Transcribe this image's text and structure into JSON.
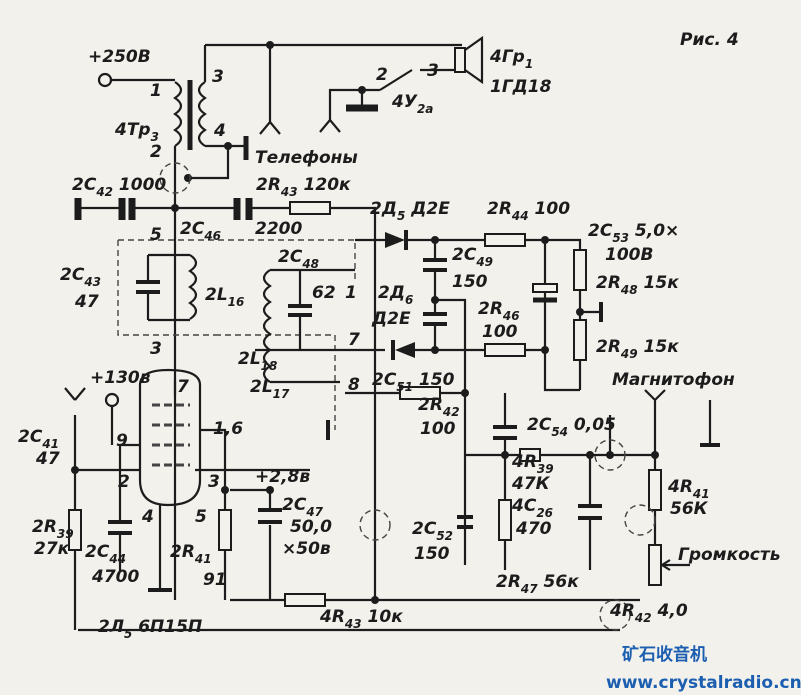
{
  "figure": {
    "title": "Рис. 4"
  },
  "components": {
    "supply250": {
      "ref": "+250В"
    },
    "tr_pin1": {
      "ref": "1"
    },
    "tr_pin2": {
      "ref": "2"
    },
    "tr_pin3": {
      "ref": "3"
    },
    "tr_pin4": {
      "ref": "4"
    },
    "tr3": {
      "ref": "4Тр",
      "sub": "3"
    },
    "phones": {
      "ref": "Телефоны"
    },
    "c42": {
      "ref": "2C",
      "sub": "42",
      "value": "1000"
    },
    "r43": {
      "ref": "2R",
      "sub": "43",
      "value": "120к"
    },
    "c46": {
      "ref": "2C",
      "sub": "46"
    },
    "c46v": {
      "ref": "2200"
    },
    "pin5": {
      "ref": "5"
    },
    "d5": {
      "ref": "2Д",
      "sub": "5",
      "value": "Д2Е"
    },
    "r44": {
      "ref": "2R",
      "sub": "44",
      "value": "100"
    },
    "c53": {
      "ref": "2C",
      "sub": "53",
      "value": "5,0×"
    },
    "c53v": {
      "ref": "100В"
    },
    "c48": {
      "ref": "2C",
      "sub": "48"
    },
    "c48v": {
      "ref": "62"
    },
    "pin1b": {
      "ref": "1"
    },
    "c49": {
      "ref": "2C",
      "sub": "49"
    },
    "c49v": {
      "ref": "150"
    },
    "r48": {
      "ref": "2R",
      "sub": "48",
      "value": "15к"
    },
    "c43": {
      "ref": "2C",
      "sub": "43"
    },
    "c43v": {
      "ref": "47"
    },
    "l16": {
      "ref": "2L",
      "sub": "16"
    },
    "d6": {
      "ref": "2Д",
      "sub": "6"
    },
    "d6v": {
      "ref": "Д2Е"
    },
    "r46": {
      "ref": "2R",
      "sub": "46"
    },
    "r46v": {
      "ref": "100"
    },
    "r49": {
      "ref": "2R",
      "sub": "49",
      "value": "15к"
    },
    "pin7b": {
      "ref": "7"
    },
    "pin3b": {
      "ref": "3"
    },
    "l18": {
      "ref": "2L",
      "sub": "18"
    },
    "l17": {
      "ref": "2L",
      "sub": "17"
    },
    "pin8": {
      "ref": "8"
    },
    "recorder": {
      "ref": "Магнитофон"
    },
    "supply130": {
      "ref": "+130в"
    },
    "tpin7": {
      "ref": "7"
    },
    "c51": {
      "ref": "2C",
      "sub": "51",
      "value": "150"
    },
    "r42": {
      "ref": "2R",
      "sub": "42"
    },
    "r42v": {
      "ref": "100"
    },
    "c54": {
      "ref": "2C",
      "sub": "54",
      "value": "0,05"
    },
    "tpin16": {
      "ref": "1,6"
    },
    "c41": {
      "ref": "2C",
      "sub": "41"
    },
    "c41v": {
      "ref": "47"
    },
    "tpin9": {
      "ref": "9"
    },
    "r39": {
      "ref": "4R",
      "sub": "39"
    },
    "r39v": {
      "ref": "47К"
    },
    "c26": {
      "ref": "4C",
      "sub": "26"
    },
    "c26v": {
      "ref": "470"
    },
    "r41b": {
      "ref": "4R",
      "sub": "41"
    },
    "r41bv": {
      "ref": "56К"
    },
    "supply28": {
      "ref": "+2,8в"
    },
    "c47": {
      "ref": "2C",
      "sub": "47"
    },
    "c47v": {
      "ref": "50,0"
    },
    "c47v2": {
      "ref": "×50в"
    },
    "tpin3": {
      "ref": "3"
    },
    "tpin2": {
      "ref": "2"
    },
    "tpin4": {
      "ref": "4"
    },
    "tpin5": {
      "ref": "5"
    },
    "r39b": {
      "ref": "2R",
      "sub": "39"
    },
    "r39bv": {
      "ref": "27к"
    },
    "c44": {
      "ref": "2C",
      "sub": "44"
    },
    "c44v": {
      "ref": "4700"
    },
    "r41": {
      "ref": "2R",
      "sub": "41"
    },
    "r41v": {
      "ref": "91"
    },
    "c52": {
      "ref": "2C",
      "sub": "52"
    },
    "c52v": {
      "ref": "150"
    },
    "volume": {
      "ref": "Громкость"
    },
    "r47": {
      "ref": "2R",
      "sub": "47",
      "value": "56к"
    },
    "tube": {
      "ref": "2Л",
      "sub": "5",
      "value": "6П15П"
    },
    "r43b": {
      "ref": "4R",
      "sub": "43",
      "value": "10к"
    },
    "r42b": {
      "ref": "4R",
      "sub": "42",
      "value": "4,0"
    },
    "spk": {
      "ref": "4Гр",
      "sub": "1"
    },
    "spkv": {
      "ref": "1ГД18"
    },
    "sw2": {
      "ref": "2"
    },
    "sw3": {
      "ref": "3"
    },
    "sw": {
      "ref": "4У",
      "sub": "2а"
    }
  },
  "watermark": {
    "title": "矿石收音机",
    "url": "www.crystalradio.cn"
  }
}
